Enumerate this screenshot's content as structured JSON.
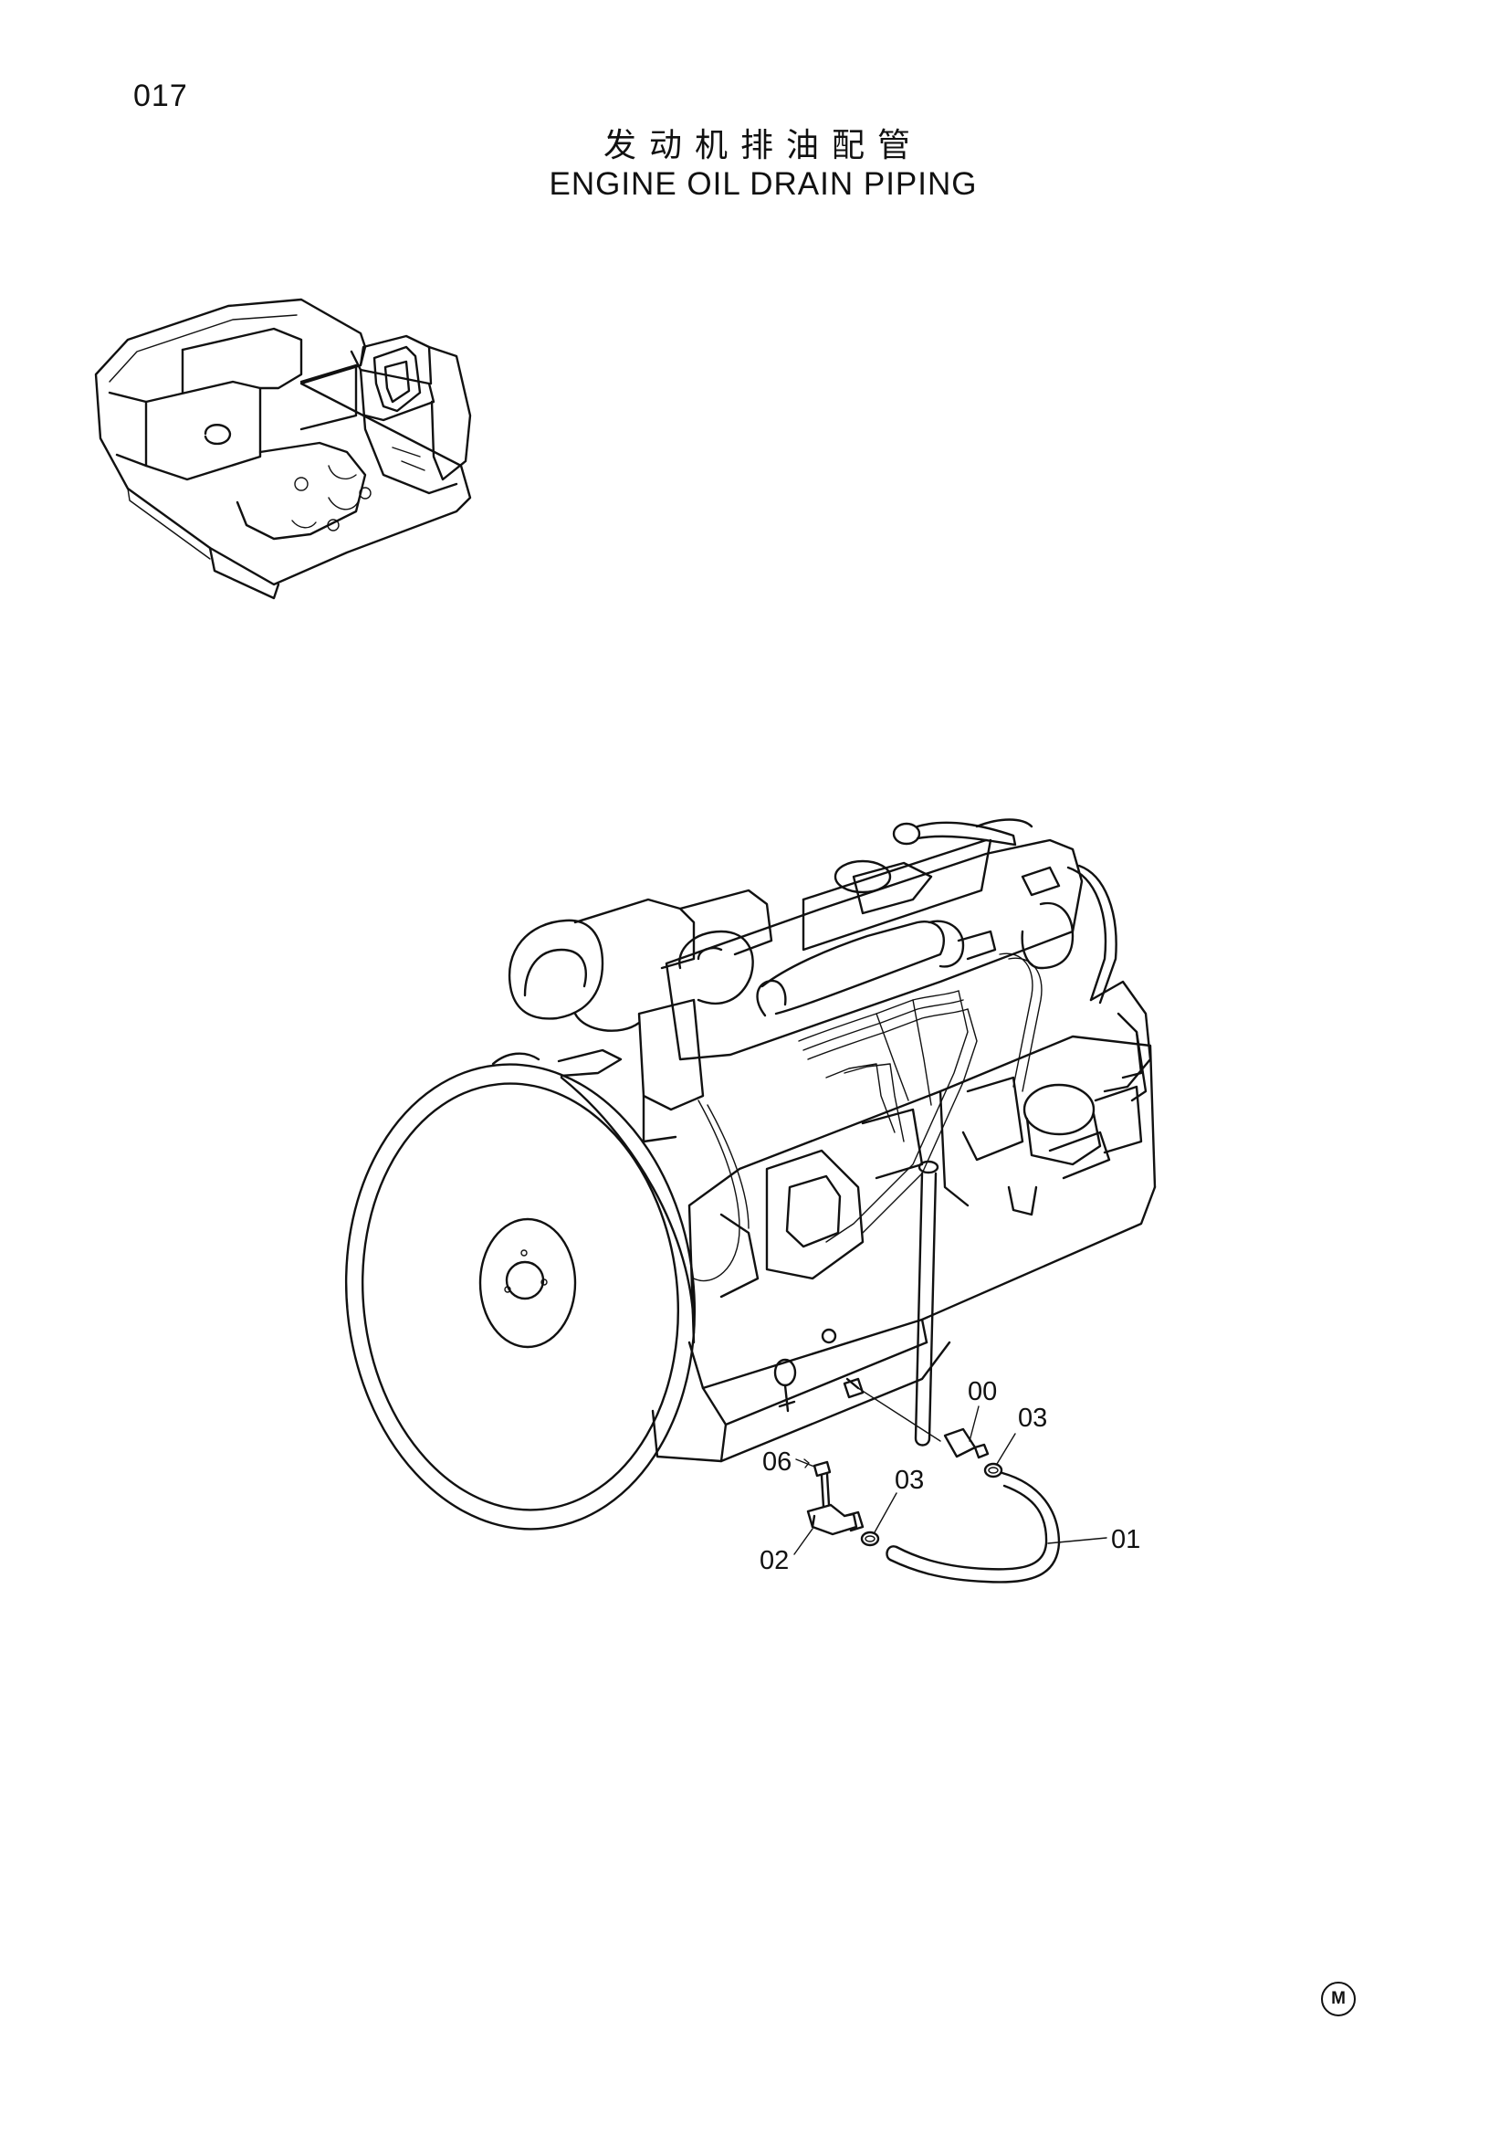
{
  "page": {
    "number": "017"
  },
  "title": {
    "chinese": "发动机排油配管",
    "english": "ENGINE OIL DRAIN PIPING"
  },
  "callouts": [
    {
      "id": "00",
      "label": "00"
    },
    {
      "id": "03a",
      "label": "03"
    },
    {
      "id": "06",
      "label": "06"
    },
    {
      "id": "03b",
      "label": "03"
    },
    {
      "id": "01",
      "label": "01"
    },
    {
      "id": "02",
      "label": "02"
    }
  ],
  "footer": {
    "mark": "M"
  }
}
